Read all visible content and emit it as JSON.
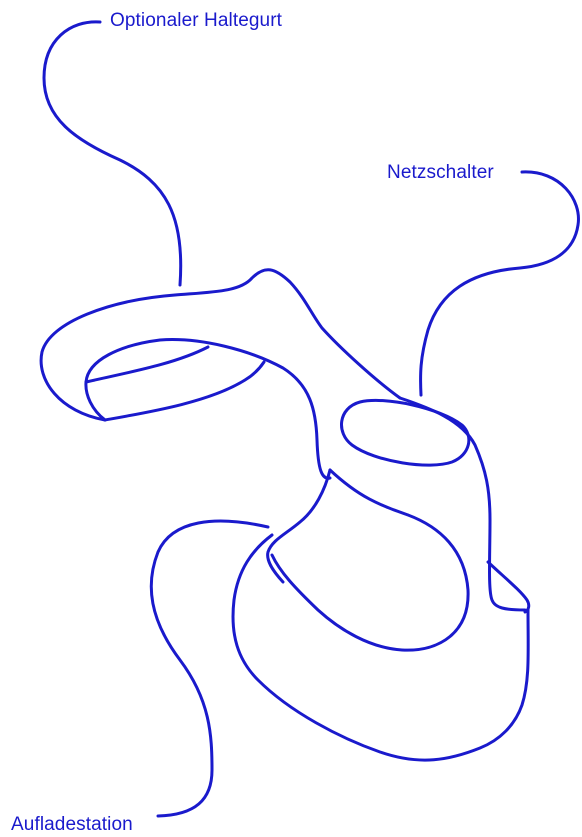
{
  "labels": {
    "optional_strap": "Optionaler Haltegurt",
    "power_switch": "Netzschalter",
    "charging_station": "Aufladestation"
  },
  "colors": {
    "line": "#1a1acc",
    "background": "#ffffff"
  }
}
